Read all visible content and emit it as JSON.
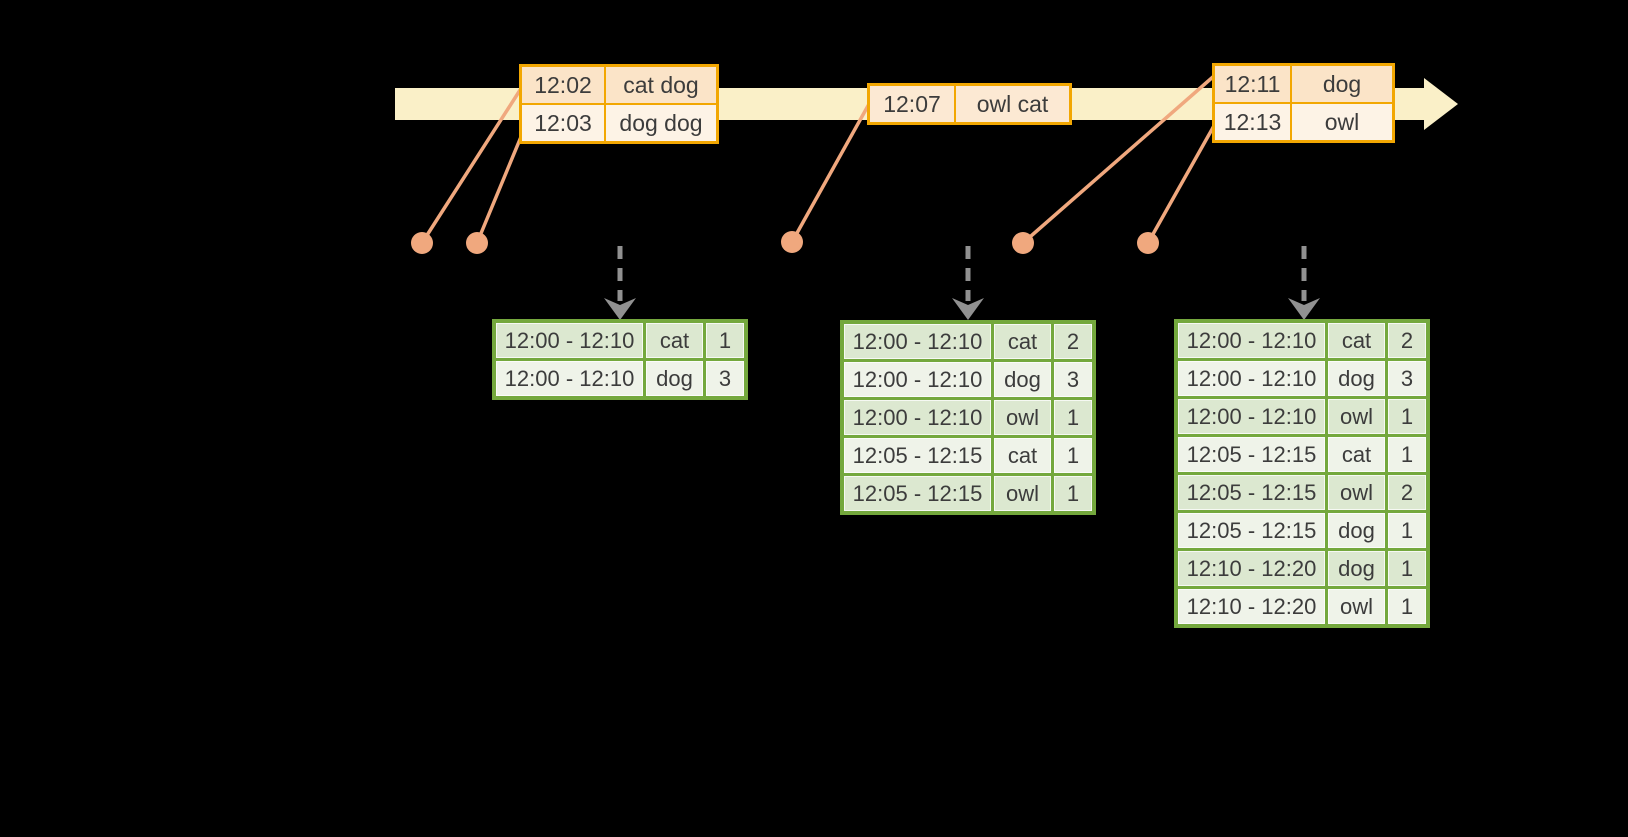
{
  "diagram": {
    "kind": "windowed-grouped-aggregation-timeline",
    "colors": {
      "background": "#000000",
      "timeline_fill": "#FAF0C8",
      "event_table_border": "#F2A702",
      "event_row_dark": "#FBE4C8",
      "event_row_light": "#FDF3E6",
      "event_row_single": "#FCE9D3",
      "connector": "#F0A87E",
      "result_table_border": "#74A83D",
      "result_row_dark": "#DCE8D0",
      "result_row_light": "#EFF3E9",
      "trigger_arrow": "#919191",
      "text": "#3C3C3C"
    },
    "event_tables": [
      {
        "rows": [
          {
            "time": "12:02",
            "words": "cat dog"
          },
          {
            "time": "12:03",
            "words": "dog dog"
          }
        ]
      },
      {
        "rows": [
          {
            "time": "12:07",
            "words": "owl cat"
          }
        ]
      },
      {
        "rows": [
          {
            "time": "12:11",
            "words": "dog"
          },
          {
            "time": "12:13",
            "words": "owl"
          }
        ]
      }
    ],
    "result_tables": [
      {
        "rows": [
          {
            "window": "12:00 - 12:10",
            "word": "cat",
            "count": "1"
          },
          {
            "window": "12:00 - 12:10",
            "word": "dog",
            "count": "3"
          }
        ]
      },
      {
        "rows": [
          {
            "window": "12:00 - 12:10",
            "word": "cat",
            "count": "2"
          },
          {
            "window": "12:00 - 12:10",
            "word": "dog",
            "count": "3"
          },
          {
            "window": "12:00 - 12:10",
            "word": "owl",
            "count": "1"
          },
          {
            "window": "12:05 - 12:15",
            "word": "cat",
            "count": "1"
          },
          {
            "window": "12:05 - 12:15",
            "word": "owl",
            "count": "1"
          }
        ]
      },
      {
        "rows": [
          {
            "window": "12:00 - 12:10",
            "word": "cat",
            "count": "2"
          },
          {
            "window": "12:00 - 12:10",
            "word": "dog",
            "count": "3"
          },
          {
            "window": "12:00 - 12:10",
            "word": "owl",
            "count": "1"
          },
          {
            "window": "12:05 - 12:15",
            "word": "cat",
            "count": "1"
          },
          {
            "window": "12:05 - 12:15",
            "word": "owl",
            "count": "2"
          },
          {
            "window": "12:05 - 12:15",
            "word": "dog",
            "count": "1"
          },
          {
            "window": "12:10 - 12:20",
            "word": "dog",
            "count": "1"
          },
          {
            "window": "12:10 - 12:20",
            "word": "owl",
            "count": "1"
          }
        ]
      }
    ],
    "connector_dot_count": 5,
    "trigger_arrow_count": 3
  }
}
